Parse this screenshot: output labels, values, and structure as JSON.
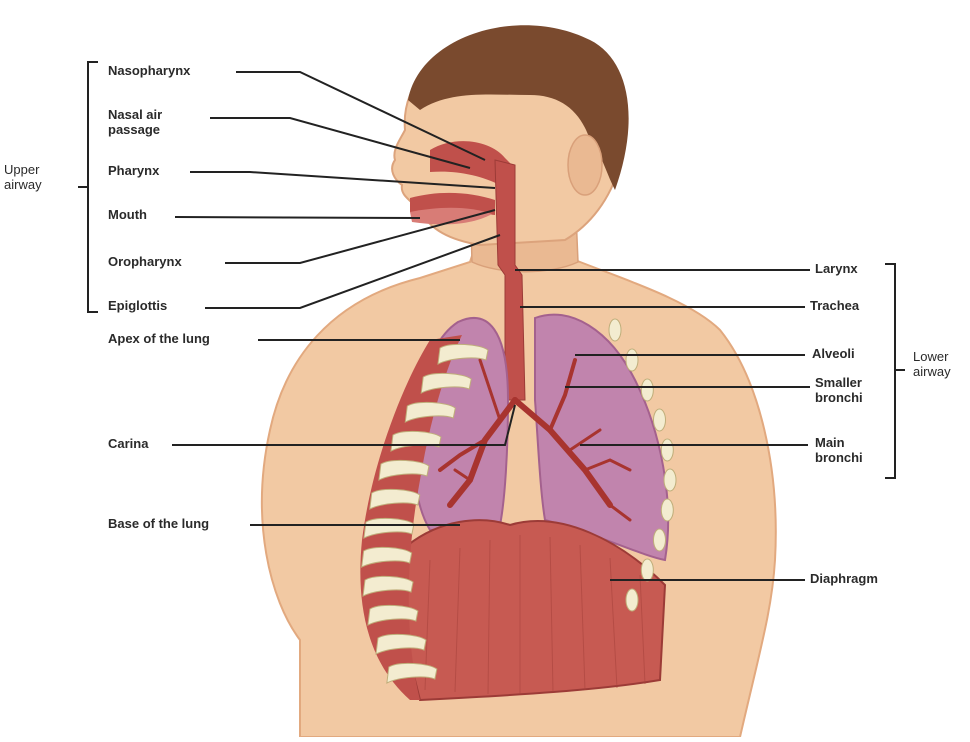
{
  "groups": {
    "upper": [
      "Upper",
      "airway"
    ],
    "lower": [
      "Lower",
      "airway"
    ]
  },
  "labels": {
    "nasopharynx": "Nasopharynx",
    "nasal_air_passage": [
      "Nasal air",
      "passage"
    ],
    "pharynx": "Pharynx",
    "mouth": "Mouth",
    "oropharynx": "Oropharynx",
    "epiglottis": "Epiglottis",
    "apex_of_lung": "Apex of the lung",
    "carina": "Carina",
    "base_of_lung": "Base of the lung",
    "larynx": "Larynx",
    "trachea": "Trachea",
    "alveoli": "Alveoli",
    "smaller_bronchi": [
      "Smaller",
      "bronchi"
    ],
    "main_bronchi": [
      "Main",
      "bronchi"
    ],
    "diaphragm": "Diaphragm"
  },
  "colors": {
    "skin": "#f2c9a3",
    "skin_shadow": "#e2a97f",
    "hair": "#7a4a2e",
    "airway": "#c0504b",
    "lung": "#c184ad",
    "lung_dark": "#a4618e",
    "vessel": "#a8342f",
    "diaphragm": "#c75a52",
    "rib": "#f3ecd0",
    "rib_gap": "#c0504b",
    "leader": "#222222"
  }
}
